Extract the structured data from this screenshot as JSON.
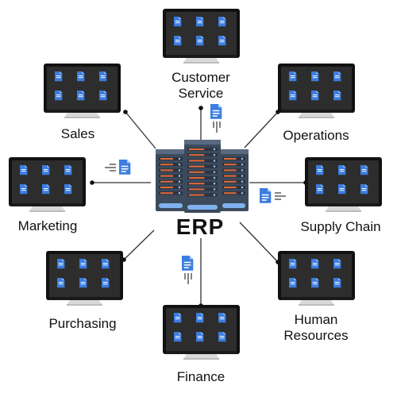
{
  "center": {
    "label": "ERP"
  },
  "departments": [
    {
      "id": "customer-service",
      "label_lines": [
        "Customer",
        "Service"
      ]
    },
    {
      "id": "sales",
      "label_lines": [
        "Sales"
      ]
    },
    {
      "id": "operations",
      "label_lines": [
        "Operations"
      ]
    },
    {
      "id": "marketing",
      "label_lines": [
        "Marketing"
      ]
    },
    {
      "id": "supply-chain",
      "label_lines": [
        "Supply Chain"
      ]
    },
    {
      "id": "purchasing",
      "label_lines": [
        "Purchasing"
      ]
    },
    {
      "id": "human-resources",
      "label_lines": [
        "Human",
        "Resources"
      ]
    },
    {
      "id": "finance",
      "label_lines": [
        "Finance"
      ]
    }
  ],
  "colors": {
    "monitor_frame": "#111111",
    "monitor_screen": "#2d2d2d",
    "monitor_stand": "#d9d9d9",
    "doc_blue": "#3b7de0",
    "server_body": "#3c4a5c",
    "server_accent": "#e26a3a",
    "server_light": "#7fb2ee",
    "line": "#333333"
  },
  "icons": {
    "monitor": "monitor-icon",
    "document": "document-icon",
    "server": "server-icon"
  }
}
